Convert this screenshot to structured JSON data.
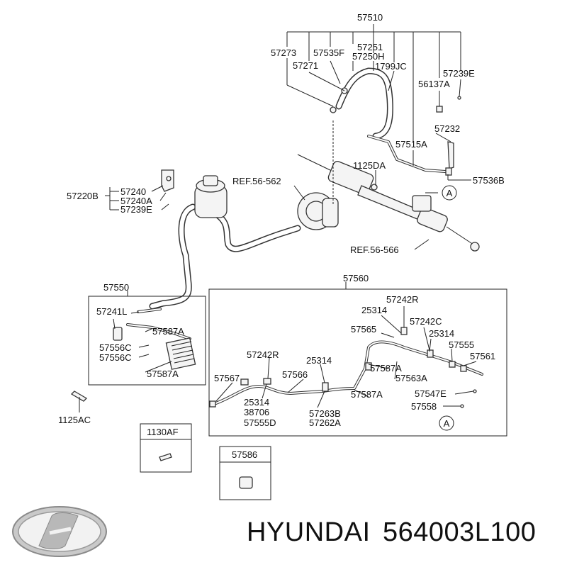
{
  "brand": {
    "name": "HYUNDAI",
    "part_number": "564003L100"
  },
  "callouts": {
    "c57510": "57510",
    "c57273": "57273",
    "c57535F": "57535F",
    "c57251": "57251",
    "c57250H": "57250H",
    "c1799JC": "1799JC",
    "c57271": "57271",
    "c57239E_top": "57239E",
    "c56137A": "56137A",
    "c57232": "57232",
    "c57515A": "57515A",
    "c1125DA": "1125DA",
    "c57536B": "57536B",
    "ref562": "REF.56-562",
    "ref566": "REF.56-566",
    "c57220B": "57220B",
    "c57240": "57240",
    "c57240A": "57240A",
    "c57239E_left": "57239E",
    "c57550": "57550",
    "c57241L": "57241L",
    "c57587A_1": "57587A",
    "c57556C_1": "57556C",
    "c57556C_2": "57556C",
    "c57587A_2": "57587A",
    "c1125AC": "1125AC",
    "c57560": "57560",
    "c57242R_1": "57242R",
    "c25314_1": "25314",
    "c57242C": "57242C",
    "c57565": "57565",
    "c25314_2": "25314",
    "c57555": "57555",
    "c57242R_2": "57242R",
    "c25314_3": "25314",
    "c57561": "57561",
    "c57587A_3": "57587A",
    "c57563A": "57563A",
    "c57567": "57567",
    "c57566": "57566",
    "c57587A_4": "57587A",
    "c57547E": "57547E",
    "c25314_4": "25314",
    "c38706": "38706",
    "c57555D": "57555D",
    "c57263B": "57263B",
    "c57262A": "57262A",
    "c57558": "57558",
    "c1130AF": "1130AF",
    "c57586": "57586",
    "markA_1": "A",
    "markA_2": "A"
  }
}
